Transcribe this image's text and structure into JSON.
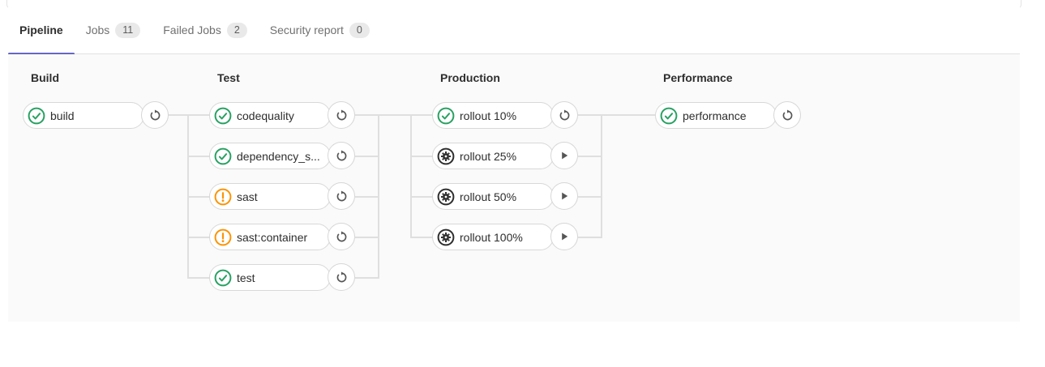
{
  "tabs": {
    "items": [
      {
        "label": "Pipeline",
        "badge": null,
        "active": true
      },
      {
        "label": "Jobs",
        "badge": "11",
        "active": false
      },
      {
        "label": "Failed Jobs",
        "badge": "2",
        "active": false
      },
      {
        "label": "Security report",
        "badge": "0",
        "active": false
      }
    ]
  },
  "pipeline": {
    "stages": [
      {
        "name": "Build",
        "jobs": [
          {
            "label": "build",
            "status": "success",
            "action": "retry"
          }
        ]
      },
      {
        "name": "Test",
        "jobs": [
          {
            "label": "codequality",
            "status": "success",
            "action": "retry"
          },
          {
            "label": "dependency_s...",
            "status": "success",
            "action": "retry"
          },
          {
            "label": "sast",
            "status": "warning",
            "action": "retry"
          },
          {
            "label": "sast:container",
            "status": "warning",
            "action": "retry"
          },
          {
            "label": "test",
            "status": "success",
            "action": "retry"
          }
        ]
      },
      {
        "name": "Production",
        "jobs": [
          {
            "label": "rollout 10%",
            "status": "success",
            "action": "retry"
          },
          {
            "label": "rollout 25%",
            "status": "manual",
            "action": "play"
          },
          {
            "label": "rollout 50%",
            "status": "manual",
            "action": "play"
          },
          {
            "label": "rollout 100%",
            "status": "manual",
            "action": "play"
          }
        ]
      },
      {
        "name": "Performance",
        "jobs": [
          {
            "label": "performance",
            "status": "success",
            "action": "retry"
          }
        ]
      }
    ]
  },
  "colors": {
    "accent": "#6666c4",
    "success": "#28a163",
    "warning": "#fc9403",
    "manual": "#2e2e2e",
    "action_icon": "#555555",
    "connector": "#dfdfdf"
  }
}
